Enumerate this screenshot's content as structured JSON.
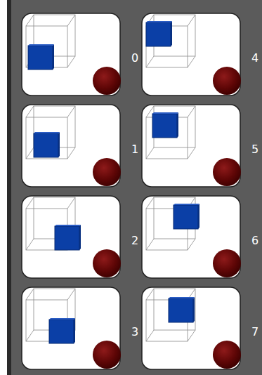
{
  "diagram": {
    "nodes": [
      {
        "text": [
          "0"
        ]
      },
      {
        "text": [
          "1"
        ]
      },
      {
        "text": [
          "2"
        ]
      },
      {
        "text": [
          "3"
        ]
      },
      {
        "text": [
          "4"
        ]
      },
      {
        "text": [
          "5"
        ]
      },
      {
        "text": [
          "6"
        ]
      },
      {
        "text": [
          "7"
        ]
      }
    ]
  }
}
